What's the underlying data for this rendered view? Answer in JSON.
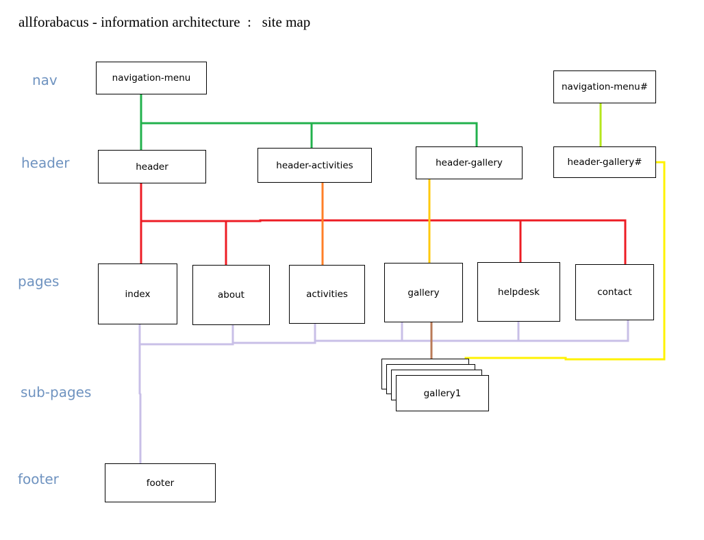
{
  "title": "allforabacus - information architecture  :   site map",
  "row_labels": {
    "nav": "nav",
    "header": "header",
    "pages": "pages",
    "sub_pages": "sub-pages",
    "footer": "footer"
  },
  "nodes": {
    "navigation_menu": "navigation-menu",
    "navigation_menu_alt": "navigation-menu#",
    "header": "header",
    "header_activities": "header-activities",
    "header_gallery": "header-gallery",
    "header_gallery_alt": "header-gallery#",
    "index": "index",
    "about": "about",
    "activities": "activities",
    "gallery": "gallery",
    "helpdesk": "helpdesk",
    "contact": "contact",
    "gallery1": "gallery1",
    "footer": "footer"
  },
  "connector_colors": {
    "nav": "#22b14c",
    "nav_alt": "#b5e61d",
    "pages": "#ed1c24",
    "activities": "#ff7f27",
    "gallery": "#ffc90e",
    "gallery_alt": "#fff200",
    "subpage": "#b97a57",
    "footer": "#c8bfe7"
  }
}
